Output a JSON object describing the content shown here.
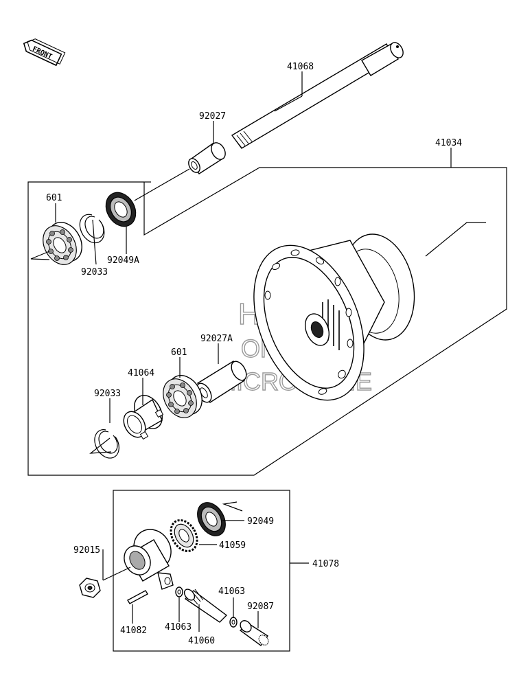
{
  "front_badge": "FRONT",
  "watermark": {
    "line1": "HLSM",
    "line2": "ONLINE",
    "line3": "MICROFICHE"
  },
  "labels": {
    "axle": "41068",
    "collar_right": "92027",
    "wheel_assy": "41034",
    "bearing_right": "601",
    "circlip_right": "92033",
    "seal_right": "92049A",
    "collar_left": "92027A",
    "bearing_left": "601",
    "coupling": "41064",
    "circlip_left": "92033",
    "seal_gear": "92049",
    "gear": "41059",
    "nut": "92015",
    "gearbox_assy": "41078",
    "washer_right": "41063",
    "bushing": "92087",
    "pin": "41082",
    "washer_left": "41063",
    "pinion": "41060"
  }
}
